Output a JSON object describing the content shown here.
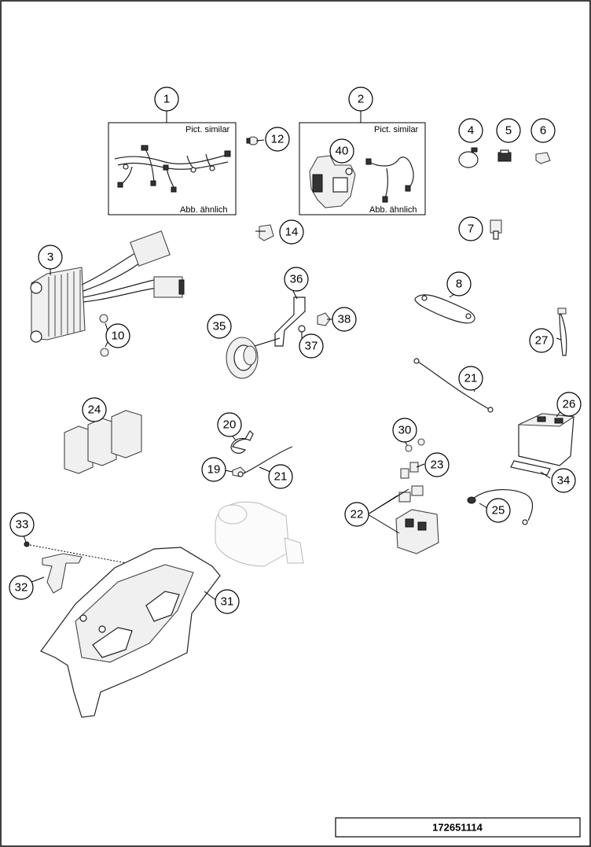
{
  "document_number": "172651114",
  "callouts": [
    {
      "id": "c1",
      "label": "1"
    },
    {
      "id": "c2",
      "label": "2"
    },
    {
      "id": "c3",
      "label": "3"
    },
    {
      "id": "c4",
      "label": "4"
    },
    {
      "id": "c5",
      "label": "5"
    },
    {
      "id": "c6",
      "label": "6"
    },
    {
      "id": "c7",
      "label": "7"
    },
    {
      "id": "c8",
      "label": "8"
    },
    {
      "id": "c10",
      "label": "10"
    },
    {
      "id": "c12",
      "label": "12"
    },
    {
      "id": "c14",
      "label": "14"
    },
    {
      "id": "c19",
      "label": "19"
    },
    {
      "id": "c20",
      "label": "20"
    },
    {
      "id": "c21a",
      "label": "21"
    },
    {
      "id": "c21b",
      "label": "21"
    },
    {
      "id": "c22",
      "label": "22"
    },
    {
      "id": "c23",
      "label": "23"
    },
    {
      "id": "c24",
      "label": "24"
    },
    {
      "id": "c25",
      "label": "25"
    },
    {
      "id": "c26",
      "label": "26"
    },
    {
      "id": "c27",
      "label": "27"
    },
    {
      "id": "c30",
      "label": "30"
    },
    {
      "id": "c31",
      "label": "31"
    },
    {
      "id": "c32",
      "label": "32"
    },
    {
      "id": "c33",
      "label": "33"
    },
    {
      "id": "c34",
      "label": "34"
    },
    {
      "id": "c35",
      "label": "35"
    },
    {
      "id": "c36",
      "label": "36"
    },
    {
      "id": "c37",
      "label": "37"
    },
    {
      "id": "c38",
      "label": "38"
    },
    {
      "id": "c40",
      "label": "40"
    }
  ],
  "boxes": {
    "box1": {
      "top_label": "Pict. similar",
      "bottom_label": "Abb. ähnlich"
    },
    "box2": {
      "top_label": "Pict. similar",
      "bottom_label": "Abb. ähnlich"
    }
  }
}
